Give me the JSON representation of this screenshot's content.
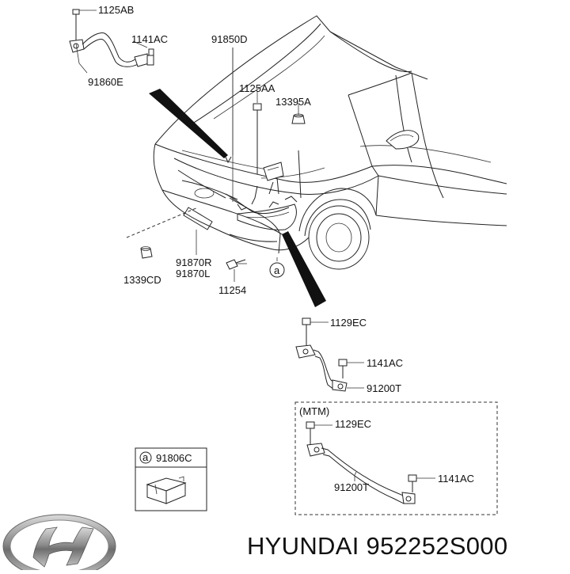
{
  "labels": {
    "p1125AB": "1125AB",
    "p1141AC_top": "1141AC",
    "p91860E": "91860E",
    "p91850D": "91850D",
    "p1125AA": "1125AA",
    "p13395A": "13395A",
    "p1339CD": "1339CD",
    "p91870R": "91870R",
    "p91870L": "91870L",
    "p11254": "11254",
    "marker_a": "a",
    "p1129EC_mid": "1129EC",
    "p1141AC_mid": "1141AC",
    "p91200T_mid": "91200T",
    "mtm": "(MTM)",
    "p1129EC_mtm": "1129EC",
    "p91200T_mtm": "91200T",
    "p1141AC_mtm": "1141AC",
    "legend_a": "a",
    "p91806C": "91806C"
  },
  "footer": {
    "brand_text": "HYUNDAI 952252S000",
    "logo": "hyundai-logo"
  }
}
